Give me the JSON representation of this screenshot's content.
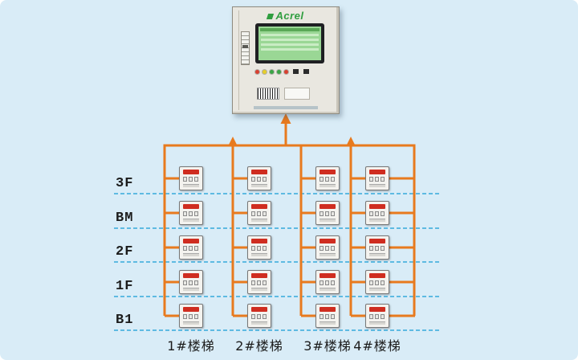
{
  "diagram": {
    "panel": {
      "brand": "Acrel"
    },
    "floors": [
      {
        "label": "3F"
      },
      {
        "label": "BM"
      },
      {
        "label": "2F"
      },
      {
        "label": "1F"
      },
      {
        "label": "B1"
      }
    ],
    "stairwells": [
      {
        "label": "1#楼梯"
      },
      {
        "label": "2#楼梯"
      },
      {
        "label": "3#楼梯"
      },
      {
        "label": "4#楼梯"
      }
    ],
    "colors": {
      "background": "#d9ecf7",
      "bus_line": "#e87a1e",
      "floor_line": "#35aadc",
      "brand_green": "#2f9e3f",
      "lcd_green": "#9ad795",
      "device_tag_red": "#cf2d20"
    }
  }
}
